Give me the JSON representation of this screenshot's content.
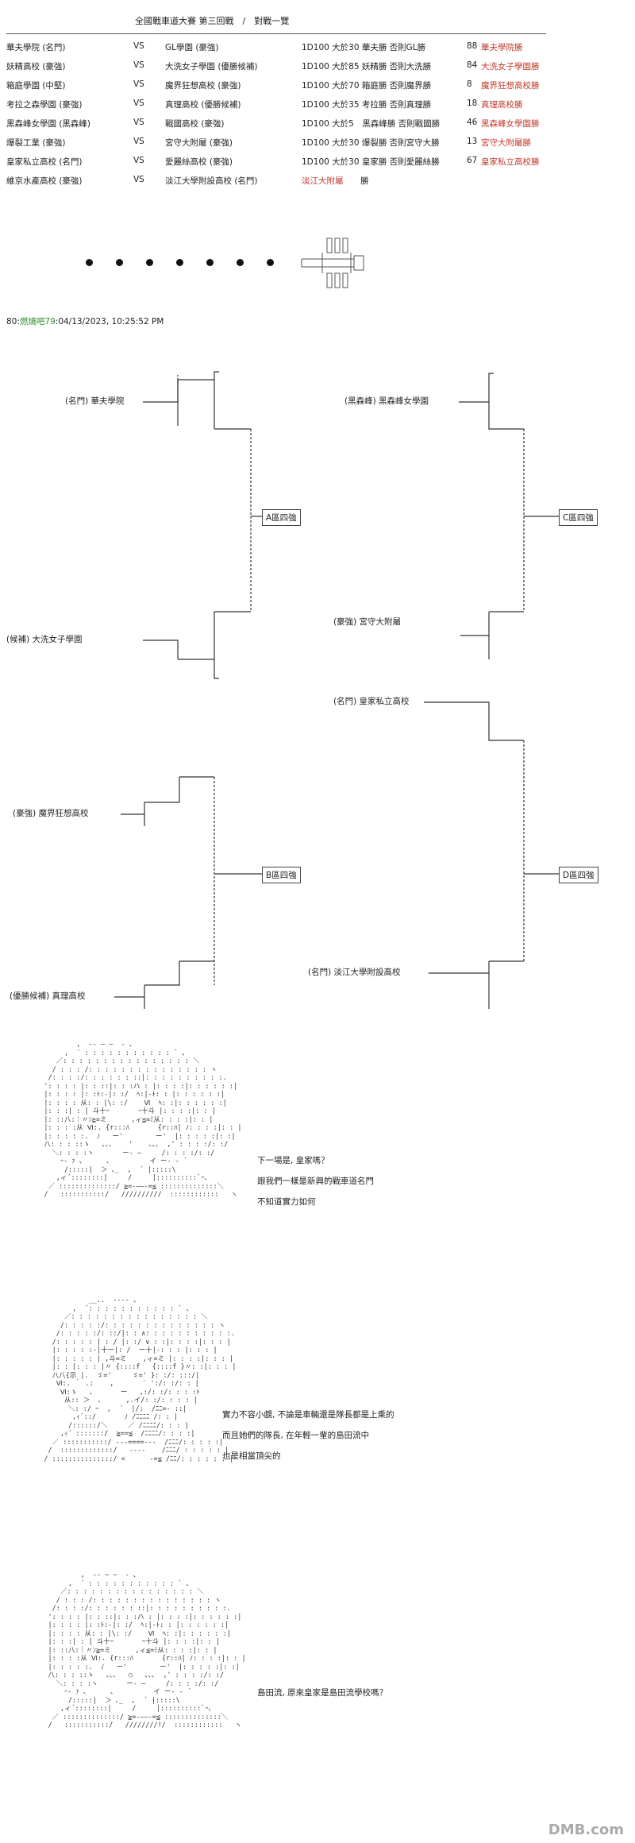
{
  "header": "全國戰車道大賽 第三回戰　/　對戰一覽",
  "vs_label": "VS",
  "matches": [
    {
      "team1": "華夫學院 (名門)",
      "team2": "GL學園 (豪強)",
      "roll": "1D100 大於30 華夫勝 否則GL勝",
      "result_num": "88",
      "result_team": "華夫學院勝"
    },
    {
      "team1": "妖精高校 (豪強)",
      "team2": "大洗女子學園 (優勝候補)",
      "roll": "1D100 大於85 妖精勝 否則大洗勝",
      "result_num": "84",
      "result_team": "大洗女子學園勝"
    },
    {
      "team1": "箱庭學園 (中堅)",
      "team2": "魔界狂想高校 (豪強)",
      "roll": "1D100 大於70 箱庭勝 否則魔界勝",
      "result_num": "8",
      "result_team": "魔界狂想高校勝"
    },
    {
      "team1": "考拉之森學園 (豪強)",
      "team2": "真理高校 (優勝候補)",
      "roll": "1D100 大於35 考拉勝 否則真理勝",
      "result_num": "18",
      "result_team": "真理高校勝"
    },
    {
      "team1": "黑森峰女學園 (黑森峰)",
      "team2": "戰國高校 (豪強)",
      "roll": "1D100 大於5　黑森峰勝 否則戰國勝",
      "result_num": "46",
      "result_team": "黑森峰女學園勝"
    },
    {
      "team1": "爆裂工業 (豪強)",
      "team2": "宮守大附屬 (豪強)",
      "roll": "1D100 大於30 爆裂勝 否則宮守大勝",
      "result_num": "13",
      "result_team": "宮守大附屬勝"
    },
    {
      "team1": "皇家私立高校 (名門)",
      "team2": "愛麗絲高校 (豪強)",
      "roll": "1D100 大於30 皇家勝 否則愛麗絲勝",
      "result_num": "67",
      "result_team": "皇家私立高校勝"
    },
    {
      "team1": "維京水產高校 (豪強)",
      "team2": "淡江大學附設高校 (名門)",
      "roll": "",
      "result_num": "",
      "result_team": "淡江大附屬",
      "result_suffix": "勝"
    }
  ],
  "post_meta": {
    "num": "80:",
    "name": "燃燒吧79",
    "time": ":04/13/2023, 10:25:52 PM"
  },
  "bracket": {
    "A": {
      "label": "A區四強",
      "top": "(名門) 華夫學院",
      "bottom": "(候補) 大洗女子學園"
    },
    "B": {
      "label": "B區四強",
      "top": "(豪強) 魔界狂想高校",
      "bottom": "(優勝候補) 真理高校"
    },
    "C": {
      "label": "C區四強",
      "top": "(黑森峰) 黑森峰女學園",
      "bottom": "(豪強) 宮守大附屬"
    },
    "D": {
      "label": "D區四強",
      "top": "(名門) 皇家私立高校",
      "bottom": "(名門) 淡江大學附設高校"
    }
  },
  "dialogue": [
    {
      "lines": [
        "下一場是, 皇家嗎？",
        "跟我們一樣是新興的戰車道名門",
        "不知道實力如何"
      ]
    },
    {
      "lines": [
        "實力不容小覷, 不論是車輛還是隊長都是上乘的",
        "而且她們的隊長, 在年輕一輩的島田流中",
        "也是相當頂尖的"
      ]
    },
    {
      "lines": [
        "島田流, 原來皇家是島田流學校嗎？"
      ]
    }
  ],
  "watermark": "DMB.com"
}
